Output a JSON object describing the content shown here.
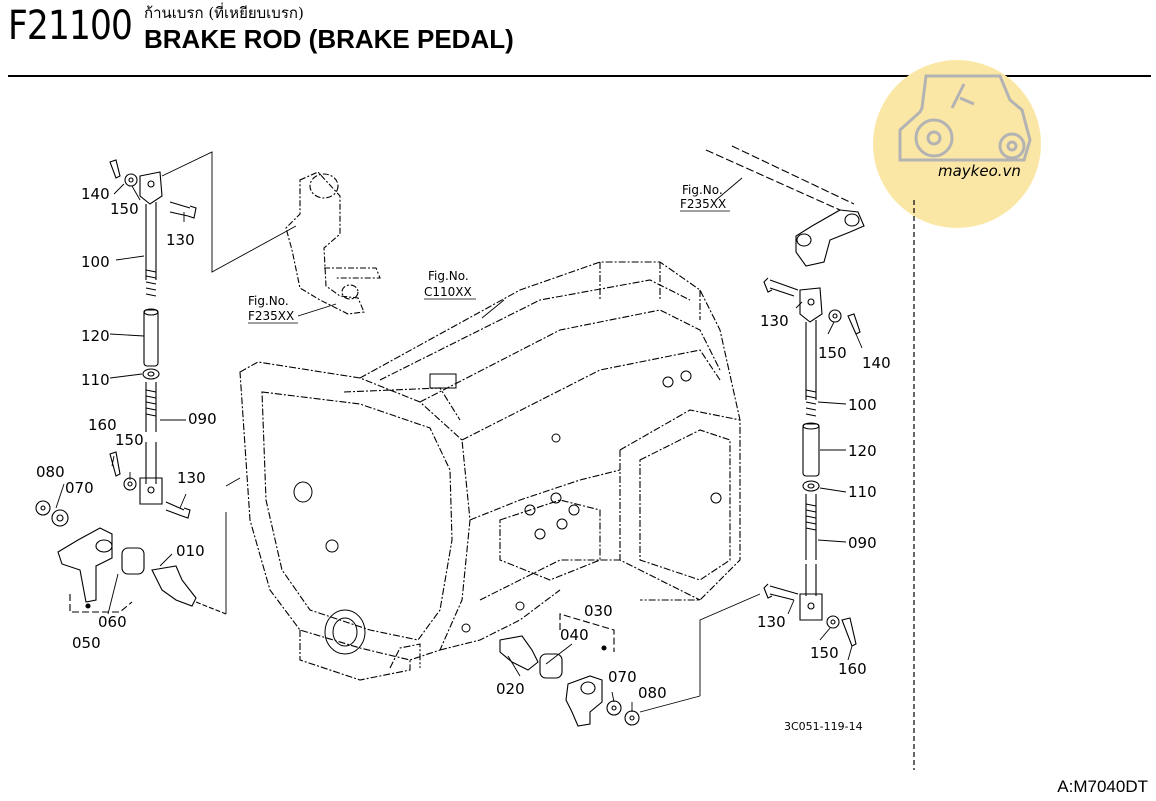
{
  "header": {
    "code": "F21100",
    "title_thai": "ก้านเบรก (ที่เหยียบเบรก)",
    "title": "BRAKE ROD (BRAKE PEDAL)"
  },
  "model": "A:M7040DT",
  "watermark": {
    "text": "maykeo.vn",
    "color": "#fbe7a5"
  },
  "diagram_ref": "3C051-119-14",
  "fig_refs": [
    {
      "label": "Fig.No.",
      "code": "F235XX"
    },
    {
      "label": "Fig.No.",
      "code": "C110XX"
    },
    {
      "label": "Fig.No.",
      "code": "F235XX"
    }
  ],
  "callouts": [
    "140",
    "150",
    "130",
    "100",
    "120",
    "110",
    "090",
    "160",
    "150",
    "130",
    "080",
    "070",
    "010",
    "060",
    "050",
    "130",
    "150",
    "140",
    "100",
    "120",
    "110",
    "090",
    "130",
    "150",
    "160",
    "030",
    "040",
    "020",
    "070",
    "080"
  ]
}
